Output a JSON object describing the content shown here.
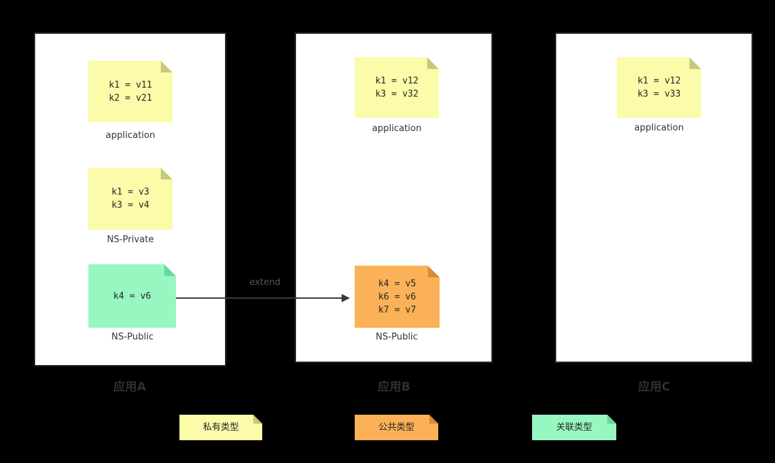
{
  "colors": {
    "background": "#000000",
    "panel_bg": "#ffffff",
    "panel_border": "#262626",
    "yellow": "#FBFBAA",
    "yellow_fold": "#C8C87A",
    "green": "#98F7C0",
    "green_fold": "#66D9A3",
    "orange": "#FBB157",
    "orange_fold": "#D98C33",
    "note_text": "#262626",
    "label_text": "#333333",
    "title_text": "#303030",
    "arrow": "#3a3a3a",
    "arrow_label": "#575757"
  },
  "panels": [
    {
      "title": "应用A",
      "notes": [
        {
          "type": "yellow",
          "lines": [
            "k1 = v11",
            "k2 = v21"
          ],
          "label": "application"
        },
        {
          "type": "yellow",
          "lines": [
            "k1 = v3",
            "k3 = v4"
          ],
          "label": "NS-Private"
        },
        {
          "type": "green",
          "lines": [
            "k4 = v6"
          ],
          "label": "NS-Public"
        }
      ]
    },
    {
      "title": "应用B",
      "notes": [
        {
          "type": "yellow",
          "lines": [
            "k1 = v12",
            "k3 = v32"
          ],
          "label": "application"
        },
        {
          "type": "orange",
          "lines": [
            "k4 = v5",
            "k6 = v6",
            "k7 = v7"
          ],
          "label": "NS-Public"
        }
      ]
    },
    {
      "title": "应用C",
      "notes": [
        {
          "type": "yellow",
          "lines": [
            "k1 = v12",
            "k3 = v33"
          ],
          "label": "application"
        }
      ]
    }
  ],
  "arrow": {
    "label": "extend"
  },
  "legend": [
    {
      "type": "yellow",
      "label": "私有类型"
    },
    {
      "type": "orange",
      "label": "公共类型"
    },
    {
      "type": "green",
      "label": "关联类型"
    }
  ]
}
